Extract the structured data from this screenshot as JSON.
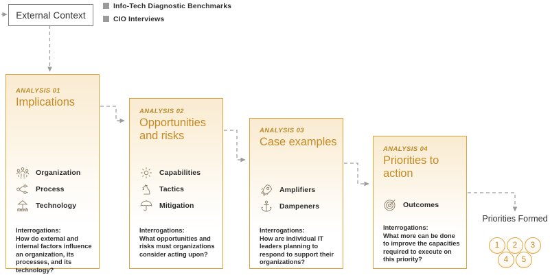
{
  "external_context": {
    "label": "External Context"
  },
  "legend": {
    "items": [
      {
        "label": "Info-Tech Diagnostic Benchmarks",
        "color": "#9a9a9a"
      },
      {
        "label": "CIO Interviews",
        "color": "#9a9a9a"
      }
    ]
  },
  "panels": [
    {
      "kicker": "ANALYSIS 01",
      "title": "Implications",
      "items": [
        {
          "label": "Organization",
          "icon": "people-group-icon"
        },
        {
          "label": "Process",
          "icon": "process-flow-icon"
        },
        {
          "label": "Technology",
          "icon": "hierarchy-network-icon"
        }
      ],
      "interrogations_heading": "Interrogations:",
      "interrogations_body": "How do external and internal factors influence an organization, its processes, and its technology?"
    },
    {
      "kicker": "ANALYSIS 02",
      "title": "Opportunities and risks",
      "items": [
        {
          "label": "Capabilities",
          "icon": "gear-icon"
        },
        {
          "label": "Tactics",
          "icon": "chess-knight-icon"
        },
        {
          "label": "Mitigation",
          "icon": "umbrella-icon"
        }
      ],
      "interrogations_heading": "Interrogations:",
      "interrogations_body": "What opportunities and risks must organizations consider acting upon?"
    },
    {
      "kicker": "ANALYSIS 03",
      "title": "Case examples",
      "items": [
        {
          "label": "Amplifiers",
          "icon": "rocket-icon"
        },
        {
          "label": "Dampeners",
          "icon": "anchor-icon"
        }
      ],
      "interrogations_heading": "Interrogations:",
      "interrogations_body": "How are individual IT leaders planning to respond to support their organizations?"
    },
    {
      "kicker": "ANALYSIS 04",
      "title": "Priorities to action",
      "items": [
        {
          "label": "Outcomes",
          "icon": "target-icon"
        }
      ],
      "interrogations_heading": "Interrogations:",
      "interrogations_body": "What more can be done to improve the capacities required to execute on this priority?"
    }
  ],
  "priorities_formed": {
    "label": "Priorities Formed",
    "circles_row1": [
      "1",
      "2",
      "3"
    ],
    "circles_row2": [
      "4",
      "5"
    ]
  },
  "colors": {
    "panel_border": "#E0A33B",
    "panel_fill_top": "#FAEBD1",
    "title_text": "#C58A25",
    "kicker_text": "#B98B2A",
    "connector": "#9a9a9a",
    "legend_swatch": "#9a9a9a"
  }
}
